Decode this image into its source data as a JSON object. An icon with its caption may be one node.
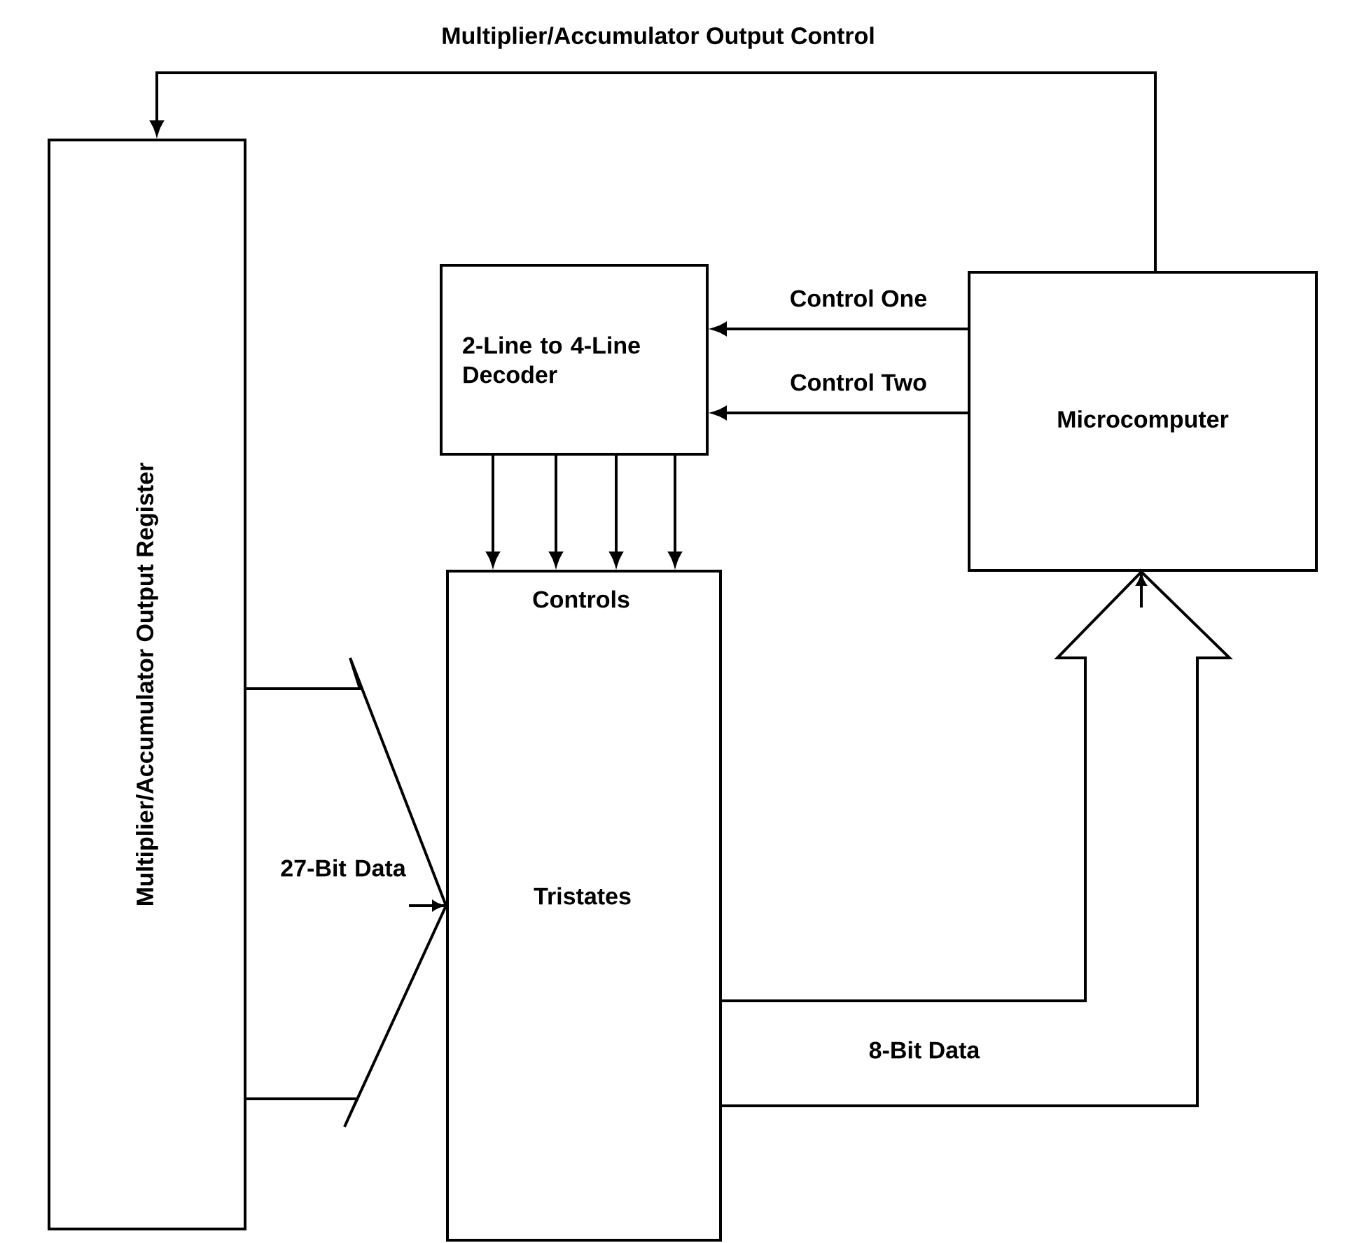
{
  "diagram": {
    "nodes": [
      {
        "text": [
          "Multiplier/Accumulator Output Register"
        ]
      },
      {
        "text": [
          "2-Line to 4-Line Decoder"
        ]
      },
      {
        "text": [
          "Controls",
          "Tristates"
        ]
      },
      {
        "text": [
          "Microcomputer"
        ]
      }
    ],
    "edges": [
      {
        "from": 3,
        "to": 0,
        "arrow": "to",
        "label": "Multiplier/Accumulator Output Control"
      },
      {
        "from": 3,
        "to": 1,
        "arrow": "to",
        "label": "Control One"
      },
      {
        "from": 3,
        "to": 1,
        "arrow": "to",
        "label": "Control Two"
      },
      {
        "from": 1,
        "to": 2,
        "arrow": "to"
      },
      {
        "from": 1,
        "to": 2,
        "arrow": "to"
      },
      {
        "from": 1,
        "to": 2,
        "arrow": "to"
      },
      {
        "from": 1,
        "to": 2,
        "arrow": "to"
      },
      {
        "from": 0,
        "to": 2,
        "arrow": "to",
        "label": "27-Bit Data"
      },
      {
        "from": 2,
        "to": 3,
        "arrow": "to",
        "label": "8-Bit Data"
      }
    ]
  }
}
